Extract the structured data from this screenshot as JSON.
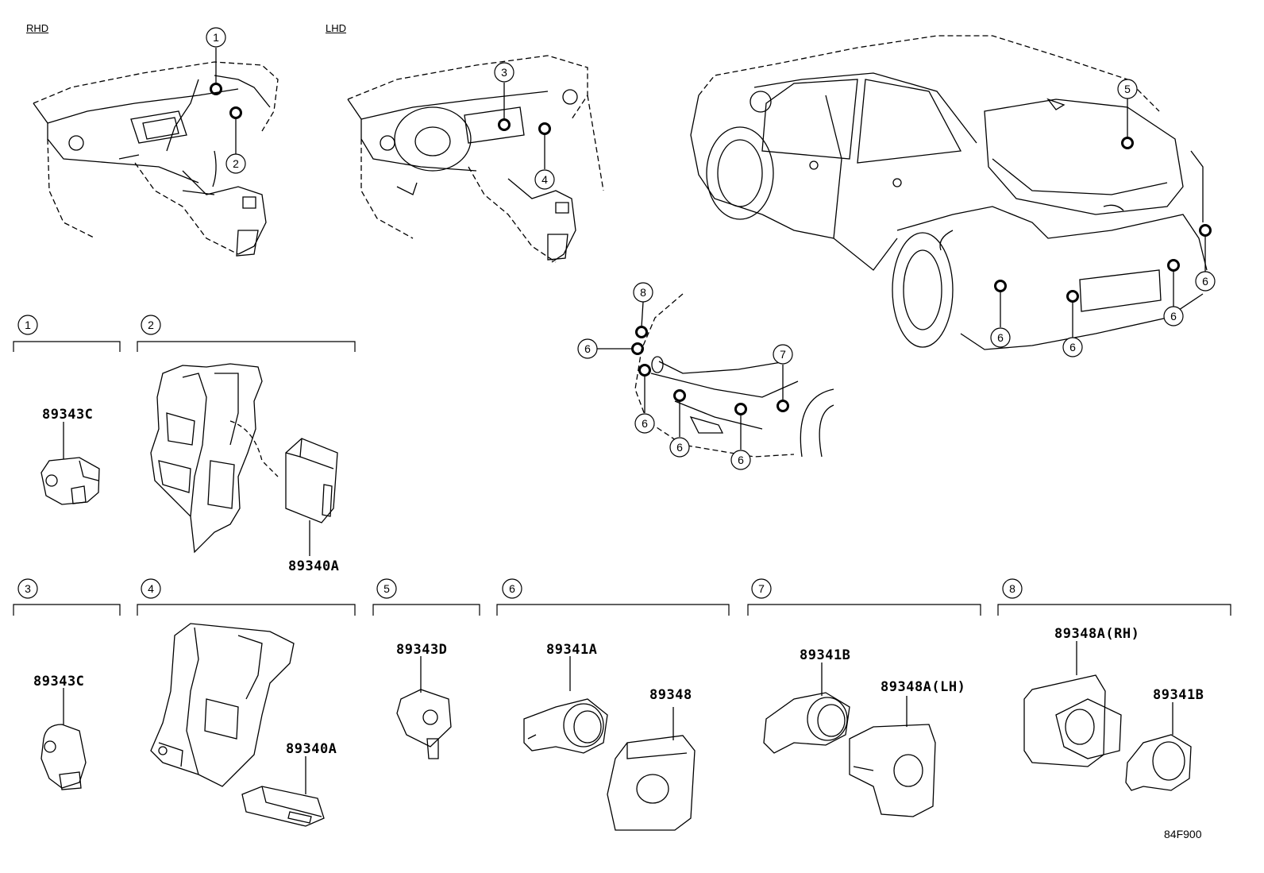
{
  "views": {
    "rhd": "RHD",
    "lhd": "LHD"
  },
  "callouts": [
    "1",
    "2",
    "3",
    "4",
    "5",
    "6",
    "7",
    "8"
  ],
  "groups": [
    {
      "num": "1",
      "parts": [
        "89343C"
      ]
    },
    {
      "num": "2",
      "parts": [
        "89340A"
      ]
    },
    {
      "num": "3",
      "parts": [
        "89343C"
      ]
    },
    {
      "num": "4",
      "parts": [
        "89340A"
      ]
    },
    {
      "num": "5",
      "parts": [
        "89343D"
      ]
    },
    {
      "num": "6",
      "parts": [
        "89341A",
        "89348"
      ]
    },
    {
      "num": "7",
      "parts": [
        "89341B",
        "89348A(LH)"
      ]
    },
    {
      "num": "8",
      "parts": [
        "89348A(RH)",
        "89341B"
      ]
    }
  ],
  "ref_code": "84F900"
}
